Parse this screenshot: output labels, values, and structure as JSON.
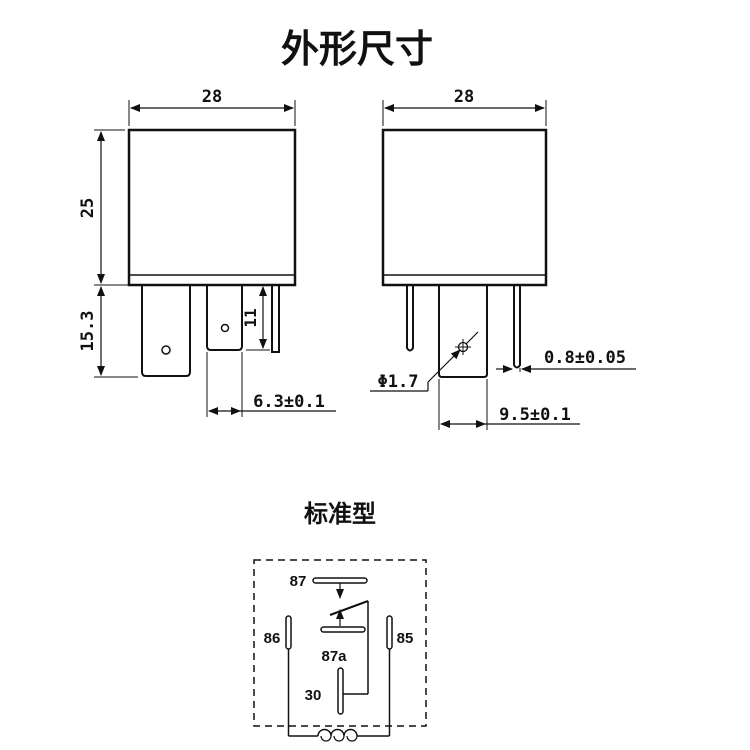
{
  "title": "外形尺寸",
  "subtitle": "标准型",
  "dimensions": {
    "front_width": "28",
    "side_width": "28",
    "height_body": "25",
    "height_pins": "15.3",
    "pin_short": "11",
    "pin_width": "6.3±0.1",
    "hole_dia": "Φ1.7",
    "pin_thickness": "0.8±0.05",
    "pin_wide": "9.5±0.1"
  },
  "terminals": {
    "t87": "87",
    "t86": "86",
    "t87a": "87a",
    "t85": "85",
    "t30": "30"
  }
}
